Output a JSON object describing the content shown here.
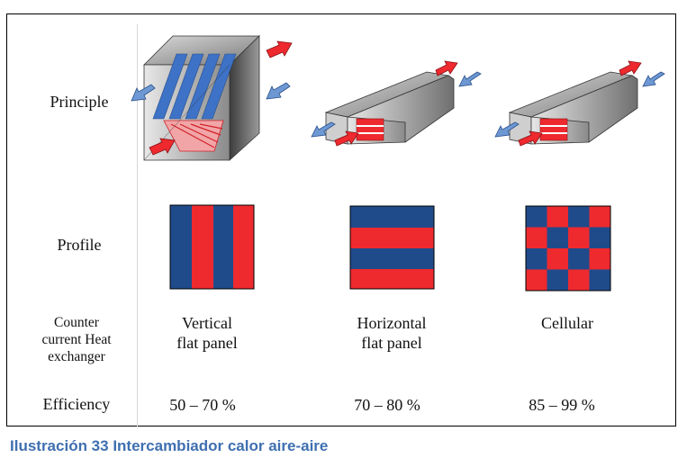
{
  "rows": {
    "principle": "Principle",
    "profile": "Profile",
    "type_line1": "Counter",
    "type_line2": "current Heat",
    "type_line3": "exchanger",
    "efficiency": "Efficiency"
  },
  "columns": [
    {
      "name_line1": "Vertical",
      "name_line2": "flat panel",
      "efficiency": "50 – 70 %"
    },
    {
      "name_line1": "Horizontal",
      "name_line2": "flat panel",
      "efficiency": "70 – 80 %"
    },
    {
      "name_line1": "Cellular",
      "name_line2": "",
      "efficiency": "85 – 99 %"
    }
  ],
  "caption": "Ilustración 33 Intercambiador calor aire-aire",
  "colors": {
    "red": "#ee2a2f",
    "blue": "#204b8b",
    "light_blue": "#6d98d3",
    "caption": "#3f6fb0",
    "frame": "#000000"
  }
}
